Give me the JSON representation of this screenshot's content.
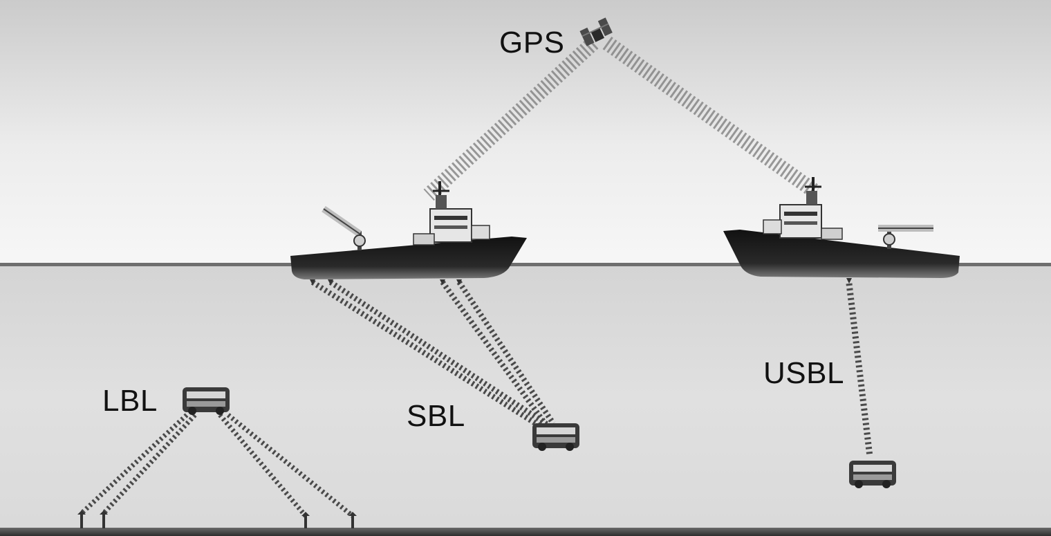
{
  "labels": {
    "gps": "GPS",
    "lbl": "LBL",
    "sbl": "SBL",
    "usbl": "USBL"
  },
  "icons": {
    "satellite": "satellite-icon",
    "ship": "ship-icon",
    "rov": "rov-icon",
    "transponder": "seabed-transponder-icon"
  },
  "colors": {
    "sky_top": "#cfcfcf",
    "sky_bottom": "#f5f5f5",
    "water": "#dcdcdc",
    "seabed": "#3c3c3c",
    "signal": "#5a5a5a",
    "hull": "#1a1a1a"
  }
}
